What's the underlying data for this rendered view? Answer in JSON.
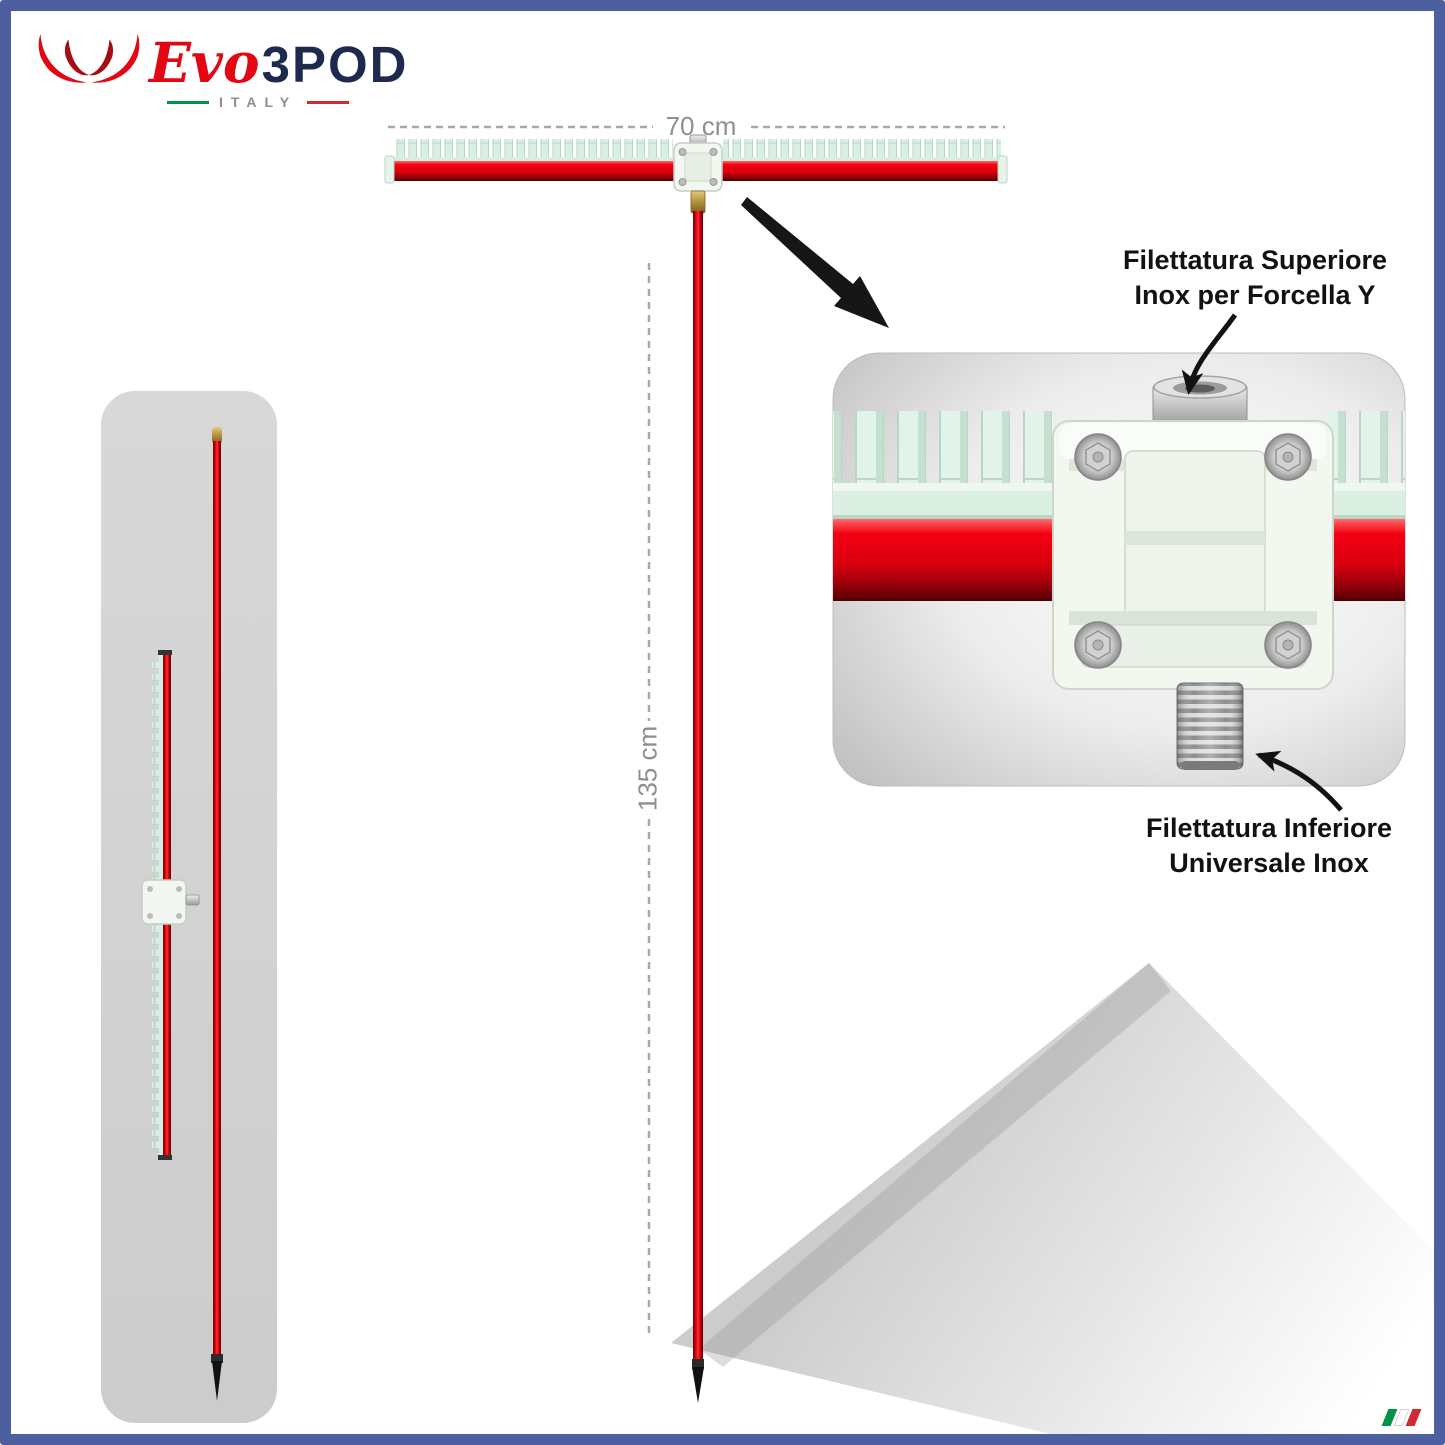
{
  "brand": {
    "name_evo": "Evo",
    "name_3pod": "3POD",
    "country": "ITALY"
  },
  "dimension_labels": {
    "width": "70 cm",
    "height": "135 cm"
  },
  "callouts": {
    "top_line1": "Filettatura Superiore",
    "top_line2": "Inox per Forcella Y",
    "bottom_line1": "Filettatura Inferiore",
    "bottom_line2": "Universale Inox"
  },
  "icons": {
    "logo": "bull-horns-logo-icon",
    "flag": "italy-flag-icon",
    "pointer": "detail-pointer-arrow",
    "callout_arrows": "callout-arrow"
  },
  "colors": {
    "frame_border": "#4d5f9f",
    "pole_red": "#e8000d",
    "comb_mint": "#daefe3",
    "logo_red": "#e30613",
    "logo_navy": "#1d2a4d",
    "flag_green": "#009246",
    "flag_red": "#ce2b37",
    "dimension_gray": "#8f8f8f",
    "panel_gray": "#d4d4d4"
  }
}
